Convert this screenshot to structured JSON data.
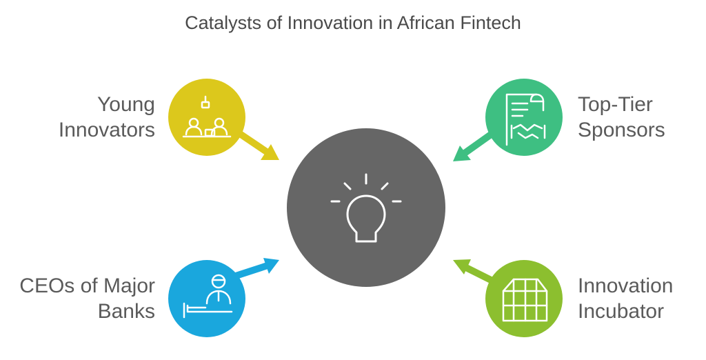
{
  "title": "Catalysts of Innovation in African Fintech",
  "nodes": [
    {
      "id": "young-innovators",
      "line1": "Young",
      "line2": "Innovators",
      "color": "#dcc81c",
      "icon": "people-at-desk-icon"
    },
    {
      "id": "top-tier-sponsors",
      "line1": "Top-Tier",
      "line2": "Sponsors",
      "color": "#3ebf82",
      "icon": "contract-handshake-icon"
    },
    {
      "id": "ceos-of-major-banks",
      "line1": "CEOs of Major",
      "line2": "Banks",
      "color": "#1aa7dd",
      "icon": "executive-at-desk-icon"
    },
    {
      "id": "innovation-incubator",
      "line1": "Innovation",
      "line2": "Incubator",
      "color": "#8cbf2f",
      "icon": "greenhouse-icon"
    }
  ],
  "center": {
    "color": "#666666",
    "icon": "lightbulb-icon"
  }
}
